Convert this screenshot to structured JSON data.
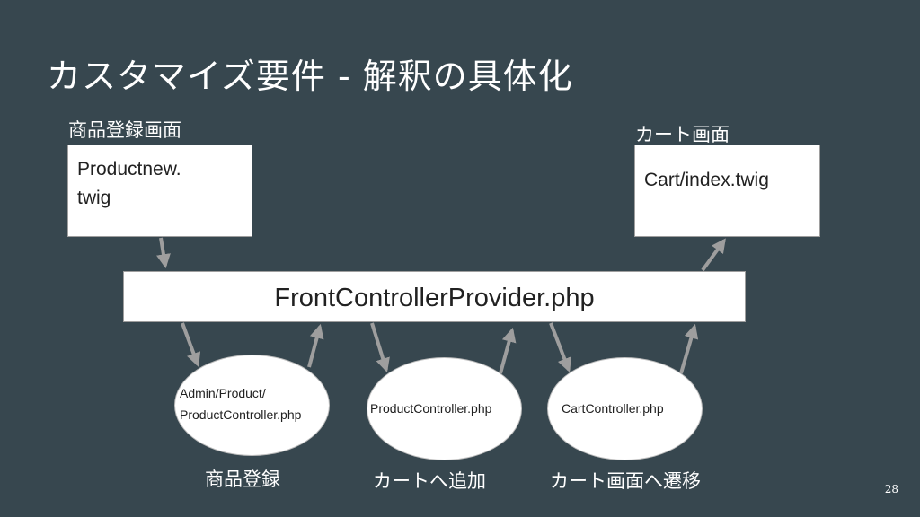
{
  "slide": {
    "title": "カスタマイズ要件 - 解釈の具体化",
    "page_number": "28"
  },
  "screens": {
    "product_new": {
      "caption": "商品登録画面",
      "line1": "Productnew.",
      "line2": "twig"
    },
    "cart": {
      "caption": "カート画面",
      "label": "Cart/index.twig"
    }
  },
  "provider": {
    "label": "FrontControllerProvider.php"
  },
  "controllers": [
    {
      "line1": "Admin/Product/",
      "line2": "ProductController.php",
      "caption": "商品登録"
    },
    {
      "label": "ProductController.php",
      "caption": "カートへ追加"
    },
    {
      "label": "CartController.php",
      "caption": "カート画面へ遷移"
    }
  ],
  "colors": {
    "background": "#37474f",
    "node_fill": "#ffffff",
    "arrow": "#9e9e9e"
  }
}
